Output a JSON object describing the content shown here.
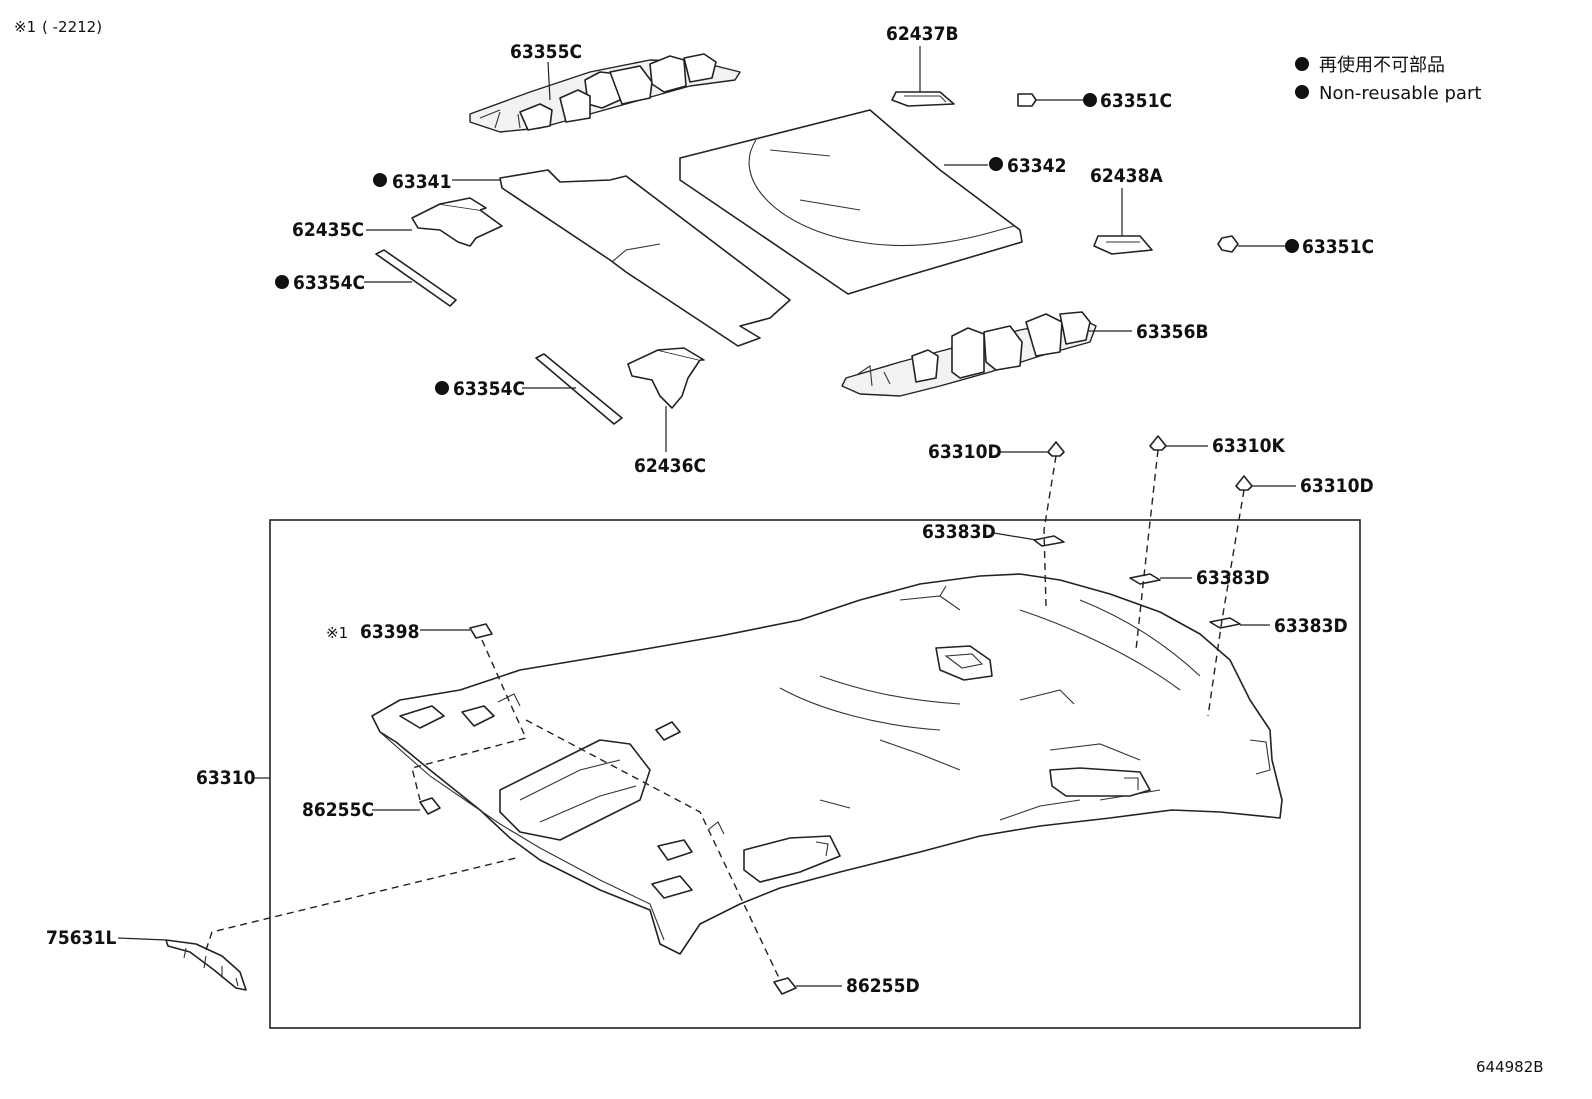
{
  "header_note": {
    "symbol": "※1",
    "range": "(      -2212)"
  },
  "legend": {
    "japanese": "再使用不可部品",
    "english": "Non-reusable part"
  },
  "diagram_code": "644982B",
  "callouts": {
    "p63355C": "63355C",
    "p62437B": "62437B",
    "p63351C_top": "63351C",
    "p63341": "63341",
    "p63342": "63342",
    "p62438A": "62438A",
    "p62435C": "62435C",
    "p63351C_mid": "63351C",
    "p63354C_upper": "63354C",
    "p63356B": "63356B",
    "p63354C_lower": "63354C",
    "p62436C": "62436C",
    "p63310D_left": "63310D",
    "p63310K": "63310K",
    "p63310D_right": "63310D",
    "p63383D_a": "63383D",
    "p63383D_b": "63383D",
    "p63383D_c": "63383D",
    "p63398_mark": "※1",
    "p63398": "63398",
    "p63310": "63310",
    "p86255C": "86255C",
    "p75631L": "75631L",
    "p86255D": "86255D"
  }
}
